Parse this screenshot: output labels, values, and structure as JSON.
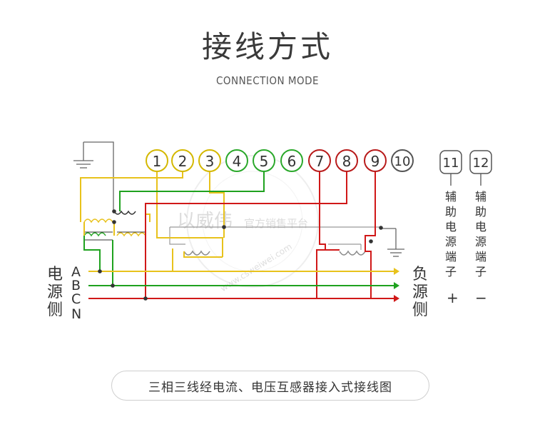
{
  "title": "接线方式",
  "subtitle": "CONNECTION MODE",
  "terminals": [
    "1",
    "2",
    "3",
    "4",
    "5",
    "6",
    "7",
    "8",
    "9",
    "10",
    "11",
    "12"
  ],
  "line_labels": [
    "A",
    "B",
    "C",
    "N"
  ],
  "source_side_label": [
    "电",
    "源",
    "侧"
  ],
  "load_side_label": [
    "负",
    "源",
    "侧"
  ],
  "aux_power_label": [
    "辅",
    "助",
    "电",
    "源",
    "端",
    "子"
  ],
  "aux_signs": [
    "+",
    "−"
  ],
  "watermark": {
    "brand": "以威伟",
    "text": "官方销售平台",
    "url": "www.csweiwei.com"
  },
  "caption": "三相三线经电流、电压互感器接入式接线图",
  "colors": {
    "phase_a": "#e8c21c",
    "phase_b": "#1fa21f",
    "phase_c": "#d01818",
    "neutral": "#555555",
    "term_1_3": "#d4b800",
    "term_4_6": "#2aa82a",
    "term_7_9": "#b81a1a",
    "term_10_12": "#555555"
  }
}
